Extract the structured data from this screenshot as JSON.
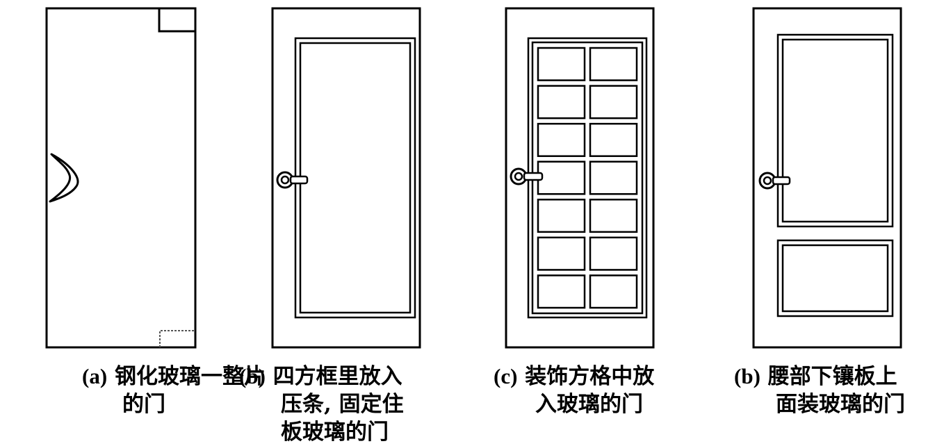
{
  "colors": {
    "stroke": "#000000",
    "background": "#ffffff",
    "hinge_grey": "#555555"
  },
  "panels": [
    {
      "id": "a",
      "label": "(a)",
      "line1": "钢化玻璃一整片",
      "line2": "的门",
      "line3": "",
      "icon": "boomerang-handle-icon"
    },
    {
      "id": "b1",
      "label": "(b)",
      "line1": "四方框里放入",
      "line2": "压条, 固定住",
      "line3": "板玻璃的门",
      "icon": "lever-handle-icon"
    },
    {
      "id": "c",
      "label": "(c)",
      "line1": "装饰方格中放",
      "line2": "入玻璃的门",
      "line3": "",
      "icon": "lever-handle-icon"
    },
    {
      "id": "b2",
      "label": "(b)",
      "line1": "腰部下镶板上",
      "line2": "面装玻璃的门",
      "line3": "",
      "icon": "lever-handle-icon"
    }
  ]
}
